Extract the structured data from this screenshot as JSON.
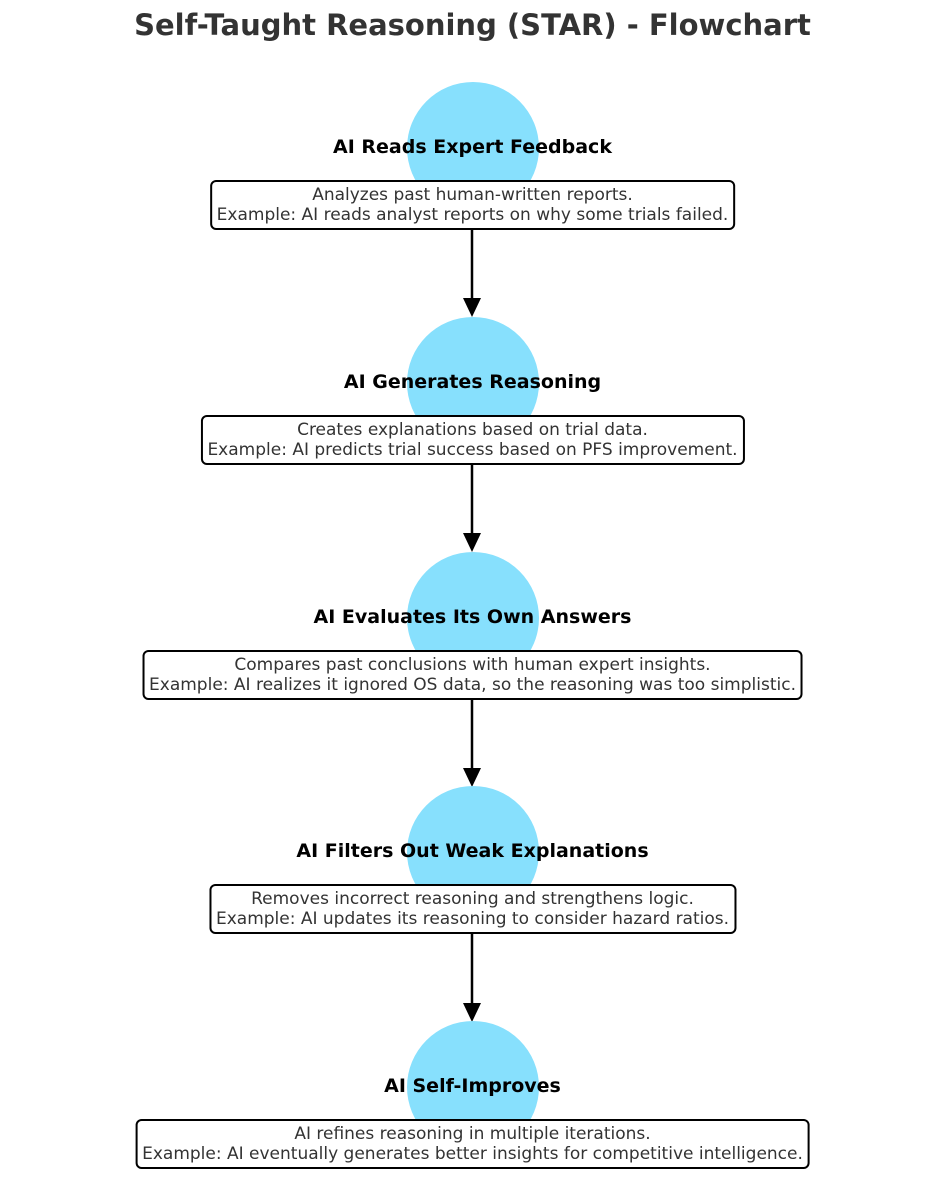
{
  "title": "Self-Taught Reasoning (STAR) - Flowchart",
  "colors": {
    "circle": "#87e0fd",
    "arrow": "#000000",
    "title": "#333333"
  },
  "steps": [
    {
      "title": "AI Reads Expert Feedback",
      "description": "Analyzes past human-written reports.",
      "example": "Example: AI reads analyst reports on why some trials failed."
    },
    {
      "title": "AI Generates Reasoning",
      "description": "Creates explanations based on trial data.",
      "example": "Example: AI predicts trial success based on PFS improvement."
    },
    {
      "title": "AI Evaluates Its Own Answers",
      "description": "Compares past conclusions with human expert insights.",
      "example": "Example: AI realizes it ignored OS data, so the reasoning was too simplistic."
    },
    {
      "title": "AI Filters Out Weak Explanations",
      "description": "Removes incorrect reasoning and strengthens logic.",
      "example": "Example: AI updates its reasoning to consider hazard ratios."
    },
    {
      "title": "AI Self-Improves",
      "description": "AI refines reasoning in multiple iterations.",
      "example": "Example: AI eventually generates better insights for competitive intelligence."
    }
  ]
}
